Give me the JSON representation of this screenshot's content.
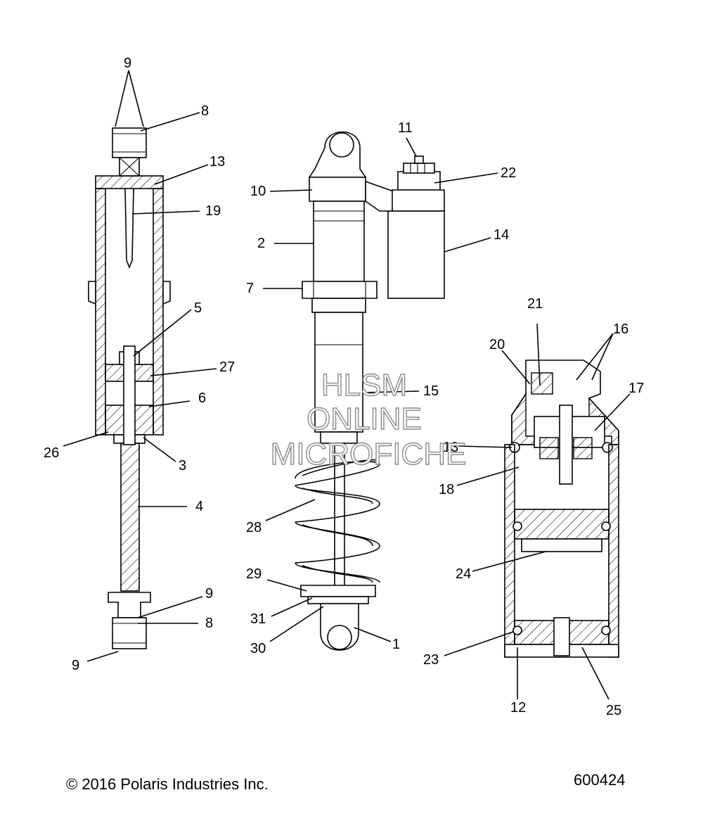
{
  "callouts": {
    "c9a": "9",
    "c8a": "8",
    "c13a": "13",
    "c19": "19",
    "c5": "5",
    "c27": "27",
    "c6": "6",
    "c26": "26",
    "c3": "3",
    "c4": "4",
    "c9b": "9",
    "c8b": "8",
    "c9c": "9",
    "c11": "11",
    "c22": "22",
    "c10": "10",
    "c14": "14",
    "c2": "2",
    "c7": "7",
    "c15": "15",
    "c28": "28",
    "c29": "29",
    "c31": "31",
    "c30": "30",
    "c1": "1",
    "c21": "21",
    "c16": "16",
    "c20": "20",
    "c17": "17",
    "c13b": "13",
    "c18": "18",
    "c24": "24",
    "c23": "23",
    "c12": "12",
    "c25": "25"
  },
  "watermark": {
    "line1": "HLSM",
    "line2": "ONLINE",
    "line3": "MICROFICHE"
  },
  "footer": {
    "copyright": "© 2016 Polaris Industries Inc.",
    "figure_number": "600424"
  },
  "colors": {
    "line": "#000000",
    "watermark_outline": "#8a8a8a",
    "background": "#ffffff"
  }
}
